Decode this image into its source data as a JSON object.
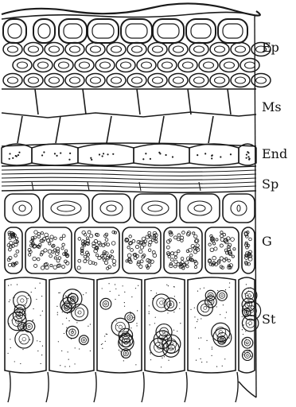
{
  "figure": {
    "labels": {
      "ep": "Ep",
      "ms": "Ms",
      "end": "End",
      "sp": "Sp",
      "g": "G",
      "st": "St"
    },
    "ink_color": "#1a1a1a",
    "paper_color": "#ffffff"
  }
}
